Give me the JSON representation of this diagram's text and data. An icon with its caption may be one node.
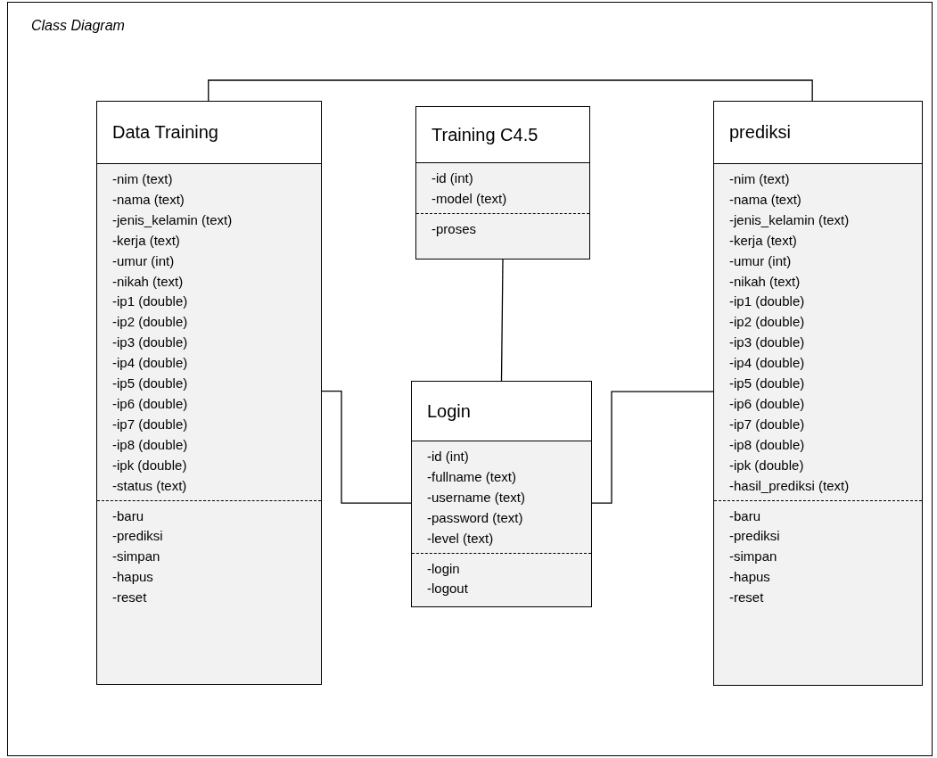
{
  "diagram": {
    "title": "Class Diagram",
    "nodes": [
      {
        "text": [
          "Data Training"
        ]
      },
      {
        "text": [
          "-nim (text)",
          "-nama (text)",
          "-jenis_kelamin (text)",
          "-kerja (text)",
          "-umur (int)",
          "-nikah (text)",
          "-ip1 (double)",
          "-ip2 (double)",
          "-ip3 (double)",
          "-ip4 (double)",
          "-ip5 (double)",
          "-ip6 (double)",
          "-ip7 (double)",
          "-ip8 (double)",
          "-ipk (double)",
          "-status (text)"
        ],
        "in": 0
      },
      {
        "text": [
          "-baru",
          "-prediksi",
          "-simpan",
          "-hapus",
          "-reset"
        ],
        "in": 0
      },
      {
        "text": [
          "Training C4.5"
        ]
      },
      {
        "text": [
          "-id (int)",
          "-model (text)"
        ],
        "in": 3
      },
      {
        "text": [
          "-proses"
        ],
        "in": 3
      },
      {
        "text": [
          "prediksi"
        ]
      },
      {
        "text": [
          "-nim (text)",
          "-nama (text)",
          "-jenis_kelamin (text)",
          "-kerja (text)",
          "-umur (int)",
          "-nikah (text)",
          "-ip1 (double)",
          "-ip2 (double)",
          "-ip3 (double)",
          "-ip4 (double)",
          "-ip5 (double)",
          "-ip6 (double)",
          "-ip7 (double)",
          "-ip8 (double)",
          "-ipk (double)",
          "-hasil_prediksi (text)"
        ],
        "in": 6
      },
      {
        "text": [
          "-baru",
          "-prediksi",
          "-simpan",
          "-hapus",
          "-reset"
        ],
        "in": 6
      },
      {
        "text": [
          "Login"
        ]
      },
      {
        "text": [
          "-id (int)",
          "-fullname (text)",
          "-username (text)",
          "-password (text)",
          "-level (text)"
        ],
        "in": 9
      },
      {
        "text": [
          "-login",
          "-logout"
        ],
        "in": 9
      }
    ],
    "edges": [
      {
        "from": 0,
        "to": 6,
        "arrow": "none"
      },
      {
        "from": 3,
        "to": 9,
        "arrow": "none"
      },
      {
        "from": 0,
        "to": 9,
        "arrow": "none"
      },
      {
        "from": 9,
        "to": 6,
        "arrow": "none"
      }
    ]
  }
}
